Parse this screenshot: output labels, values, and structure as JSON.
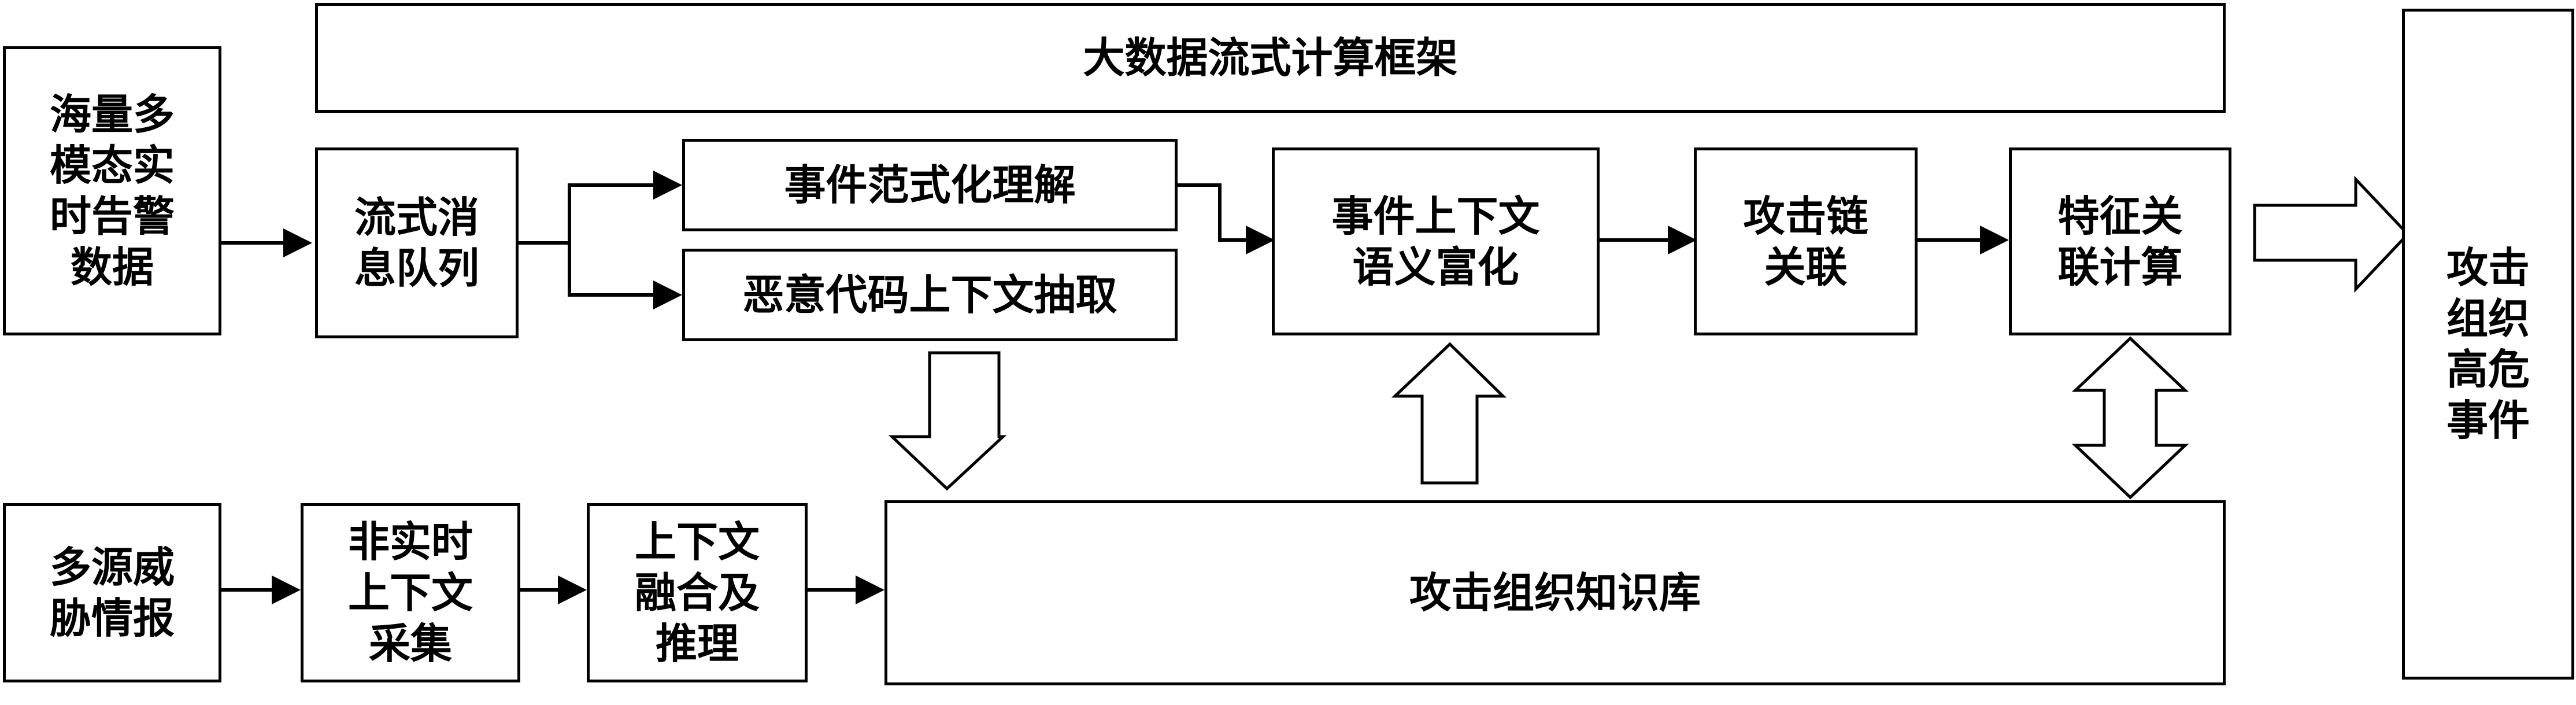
{
  "nodes": {
    "alerts": "海量多\n模态实\n时告警\n数据",
    "framework": "大数据流式计算框架",
    "queue": "流式消\n息队列",
    "normalize": "事件范式化理解",
    "malware": "恶意代码上下文抽取",
    "enrich": "事件上下文\n语义富化",
    "chain": "攻击链\n关联",
    "feature": "特征关\n联计算",
    "output": "攻击\n组织\n高危\n事件",
    "intel": "多源威\n胁情报",
    "collect": "非实时\n上下文\n采集",
    "fusion": "上下文\n融合及\n推理",
    "kb": "攻击组织知识库"
  }
}
